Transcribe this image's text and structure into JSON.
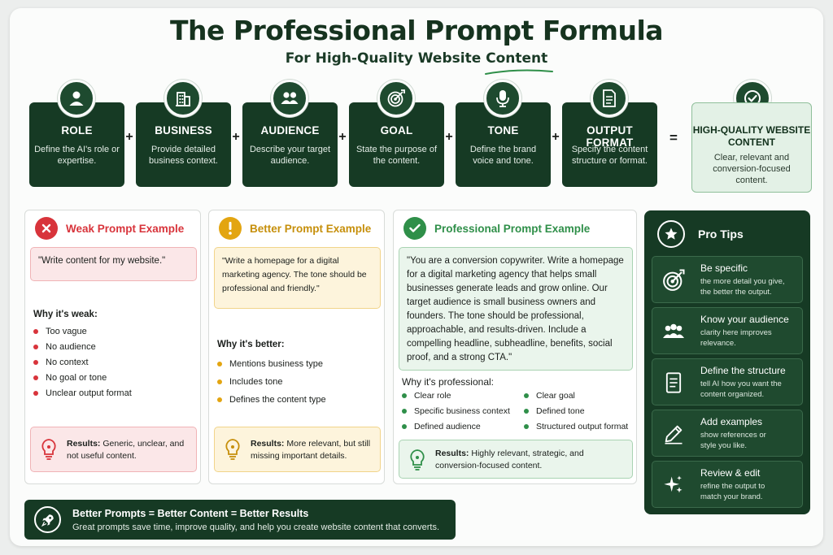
{
  "title": "The Professional Prompt Formula",
  "subtitle": "For High-Quality Website Content",
  "formula": {
    "components": [
      {
        "name": "ROLE",
        "desc": "Define the AI's role or expertise.",
        "icon": "person-icon"
      },
      {
        "name": "BUSINESS",
        "desc": "Provide detailed business context.",
        "icon": "building-icon"
      },
      {
        "name": "AUDIENCE",
        "desc": "Describe your target audience.",
        "icon": "people-icon"
      },
      {
        "name": "GOAL",
        "desc": "State the purpose of the content.",
        "icon": "target-icon"
      },
      {
        "name": "TONE",
        "desc": "Define the brand voice and tone.",
        "icon": "microphone-icon"
      },
      {
        "name": "OUTPUT FORMAT",
        "desc": "Specify the content structure or format.",
        "icon": "document-icon"
      }
    ],
    "plus": "+",
    "equals": "=",
    "result": {
      "name": "HIGH-QUALITY WEBSITE CONTENT",
      "desc": "Clear, relevant and conversion-focused content.",
      "icon": "check-circle-icon"
    }
  },
  "examples": {
    "weak": {
      "title": "Weak Prompt Example",
      "quote": "\"Write content for my website.\"",
      "why_label": "Why it's weak:",
      "bullets": [
        "Too vague",
        "No audience",
        "No context",
        "No goal or tone",
        "Unclear output format"
      ],
      "result_label": "Results:",
      "result_text": "Generic, unclear, and not useful content."
    },
    "better": {
      "title": "Better Prompt Example",
      "quote": "\"Write a homepage for a digital marketing agency. The tone should be professional and friendly.\"",
      "why_label": "Why it's better:",
      "bullets": [
        "Mentions business type",
        "Includes tone",
        "Defines the content type"
      ],
      "result_label": "Results:",
      "result_text": "More relevant, but still missing important details."
    },
    "professional": {
      "title": "Professional Prompt Example",
      "quote": "\"You are a conversion copywriter. Write a homepage for a digital marketing agency that helps small businesses generate leads and grow online. Our target audience is small business owners and founders. The tone should be professional, approachable, and results-driven. Include a compelling headline, subheadline, benefits, social proof, and a strong CTA.\"",
      "why_label": "Why it's professional:",
      "bullets_left": [
        "Clear role",
        "Specific business context",
        "Defined audience"
      ],
      "bullets_right": [
        "Clear goal",
        "Defined tone",
        "Structured output format"
      ],
      "result_label": "Results:",
      "result_text": "Highly relevant, strategic, and conversion-focused content."
    }
  },
  "tips": {
    "title": "Pro Tips",
    "items": [
      {
        "title": "Be specific",
        "desc": "the more detail you give, the better the output.",
        "icon": "target-icon"
      },
      {
        "title": "Know your audience",
        "desc": "clarity here improves relevance.",
        "icon": "people-icon"
      },
      {
        "title": "Define the structure",
        "desc": "tell AI how you want the content organized.",
        "icon": "document-icon"
      },
      {
        "title": "Add examples",
        "desc": "show references or style you like.",
        "icon": "pencil-icon"
      },
      {
        "title": "Review & edit",
        "desc": "refine the output to match your brand.",
        "icon": "sparkle-icon"
      }
    ]
  },
  "banner": {
    "title": "Better Prompts = Better Content = Better Results",
    "subtitle": "Great prompts save time, improve quality, and help you create website content that converts."
  },
  "colors": {
    "primary": "#163a24",
    "weak": "#d8343b",
    "better": "#e3a511",
    "pro": "#2f8f49"
  }
}
